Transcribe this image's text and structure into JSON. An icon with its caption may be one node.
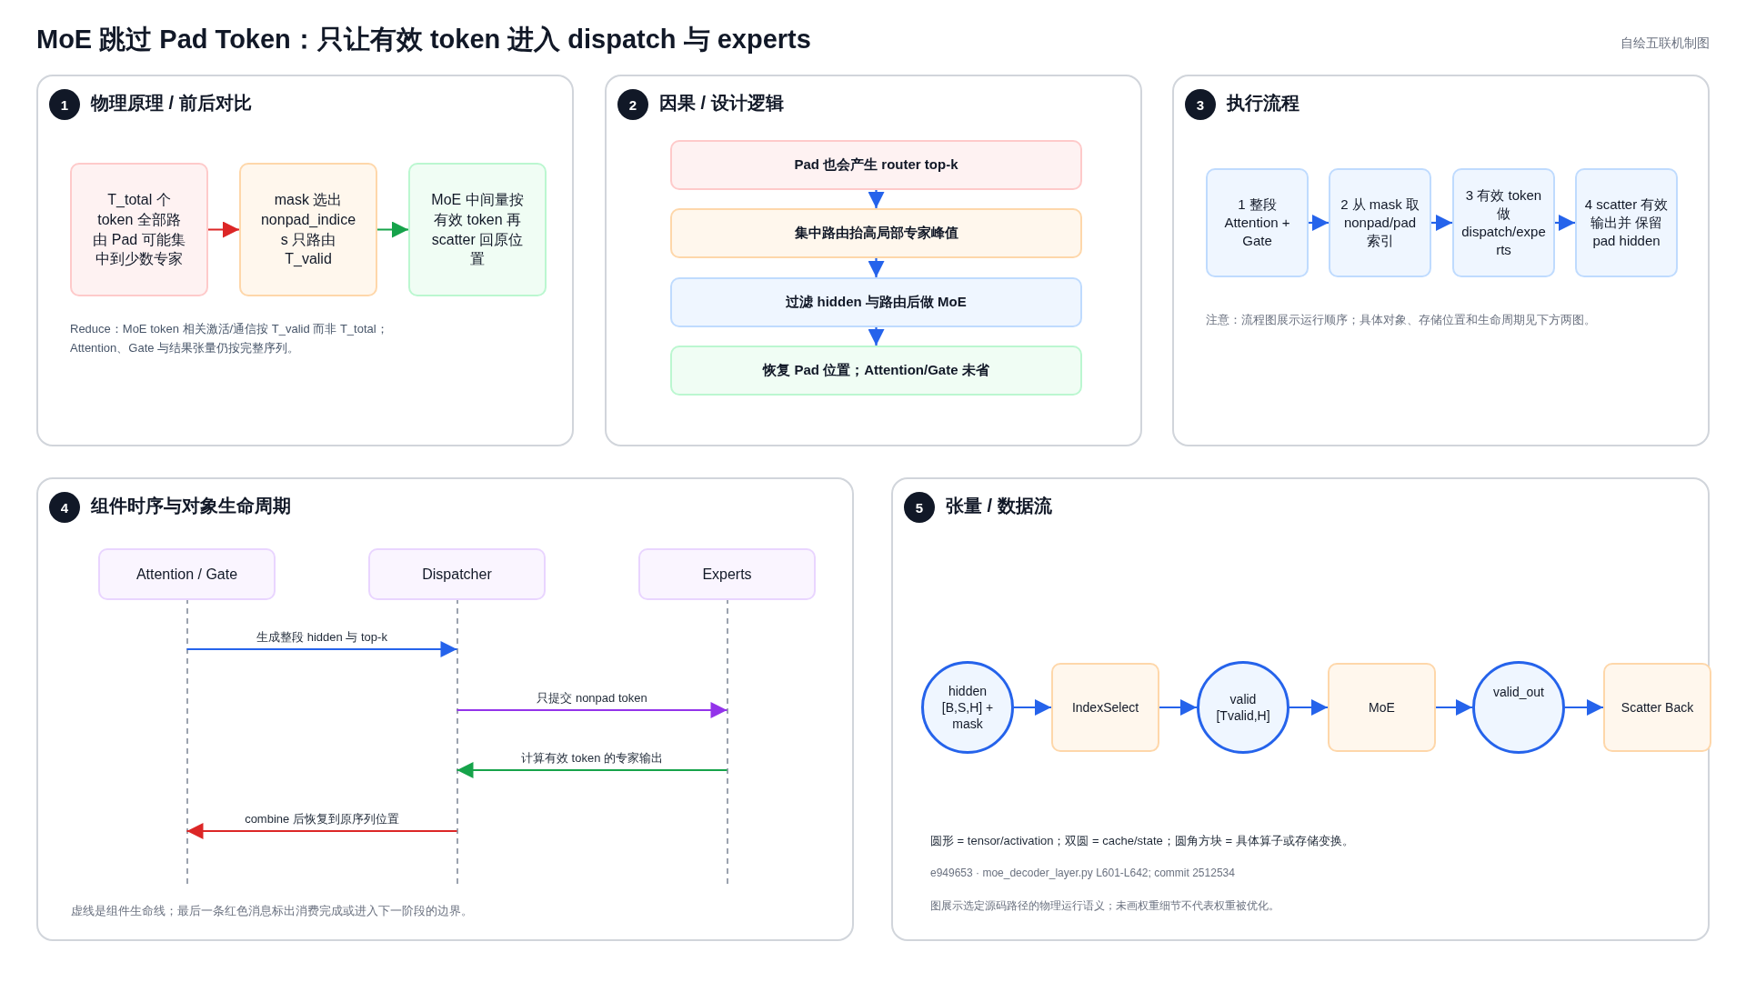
{
  "diagram": {
    "title": "MoE 跳过 Pad Token：只让有效 token 进入 dispatch 与 experts",
    "nodes": [
      {
        "text": [
          "1",
          "物理原理 / 前后对比"
        ]
      },
      {
        "text": [
          "T_total 个 token 全部路由 Pad 可能集中到少数专家"
        ],
        "in": 0
      },
      {
        "text": [
          "mask 选出 nonpad_indices 只路由 T_valid"
        ],
        "in": 0
      },
      {
        "text": [
          "MoE 中间量按有效 token 再 scatter 回原位置"
        ],
        "in": 0
      },
      {
        "text": [
          "2",
          "因果 / 设计逻辑"
        ]
      },
      {
        "text": [
          "Pad 也会产生 router top-k"
        ],
        "in": 4
      },
      {
        "text": [
          "集中路由抬高局部专家峰值"
        ],
        "in": 4
      },
      {
        "text": [
          "过滤 hidden 与路由后做 MoE"
        ],
        "in": 4
      },
      {
        "text": [
          "恢复 Pad 位置；Attention/Gate 未省"
        ],
        "in": 4
      },
      {
        "text": [
          "3",
          "执行流程"
        ]
      },
      {
        "text": [
          "1 整段 Attention + Gate"
        ],
        "in": 9
      },
      {
        "text": [
          "2 从 mask 取 nonpad/pad 索引"
        ],
        "in": 9
      },
      {
        "text": [
          "3 有效 token 做 dispatch/experts"
        ],
        "in": 9
      },
      {
        "text": [
          "4 scatter 有效输出并 保留 pad hidden"
        ],
        "in": 9
      },
      {
        "text": [
          "4",
          "组件时序与对象生命周期"
        ]
      },
      {
        "text": [
          "Attention / Gate"
        ],
        "in": 14
      },
      {
        "text": [
          "Dispatcher"
        ],
        "in": 14
      },
      {
        "text": [
          "Experts"
        ],
        "in": 14
      },
      {
        "text": [
          "5",
          "张量 / 数据流"
        ]
      },
      {
        "text": [
          "hidden [B,S,H] + mask"
        ],
        "in": 18
      },
      {
        "text": [
          "IndexSelect"
        ],
        "in": 18
      },
      {
        "text": [
          "valid [Tvalid,H]"
        ],
        "in": 18
      },
      {
        "text": [
          "MoE"
        ],
        "in": 18
      },
      {
        "text": [
          "valid_out"
        ],
        "in": 18
      },
      {
        "text": [
          "Scatter Back"
        ],
        "in": 18
      }
    ],
    "edges": [
      {
        "from": 1,
        "to": 2,
        "arrow": "to",
        "color": "#dc2626"
      },
      {
        "from": 2,
        "to": 3,
        "arrow": "to",
        "color": "#16a34a"
      },
      {
        "from": 5,
        "to": 6,
        "arrow": "to"
      },
      {
        "from": 6,
        "to": 7,
        "arrow": "to"
      },
      {
        "from": 7,
        "to": 8,
        "arrow": "to"
      },
      {
        "from": 10,
        "to": 11,
        "arrow": "to"
      },
      {
        "from": 11,
        "to": 12,
        "arrow": "to"
      },
      {
        "from": 12,
        "to": 13,
        "arrow": "to"
      },
      {
        "from": 15,
        "to": 16,
        "arrow": "to",
        "label": "生成整段 hidden 与 top-k"
      },
      {
        "from": 16,
        "to": 17,
        "arrow": "to",
        "label": "只提交 nonpad token",
        "color": "#9333ea"
      },
      {
        "from": 17,
        "to": 16,
        "arrow": "to",
        "label": "计算有效 token 的专家输出",
        "color": "#16a34a"
      },
      {
        "from": 16,
        "to": 15,
        "arrow": "to",
        "label": "combine 后恢复到原序列位置",
        "color": "#dc2626"
      },
      {
        "from": 19,
        "to": 20,
        "arrow": "to"
      },
      {
        "from": 20,
        "to": 21,
        "arrow": "to"
      },
      {
        "from": 21,
        "to": 22,
        "arrow": "to"
      },
      {
        "from": 22,
        "to": 23,
        "arrow": "to"
      },
      {
        "from": 23,
        "to": 24,
        "arrow": "to"
      }
    ],
    "labels": [
      "自绘五联机制图",
      "Reduce：MoE token 相关激活/通信按 T_valid 而非 T_total；Attention、Gate 与结果张量仍按完整序列。",
      "注意：流程图展示运行顺序；具体对象、存储位置和生命周期见下方两图。",
      "虚线是组件生命线；最后一条红色消息标出消费完成或进入下一阶段的边界。",
      "圆形 = tensor/activation；双圆 = cache/state；圆角方块 = 具体算子或存储变换。",
      "e949653 · moe_decoder_layer.py L601-L642; commit 2512534",
      "图展示选定源码路径的物理运行语义；未画权重细节不代表权重被优化。"
    ]
  }
}
